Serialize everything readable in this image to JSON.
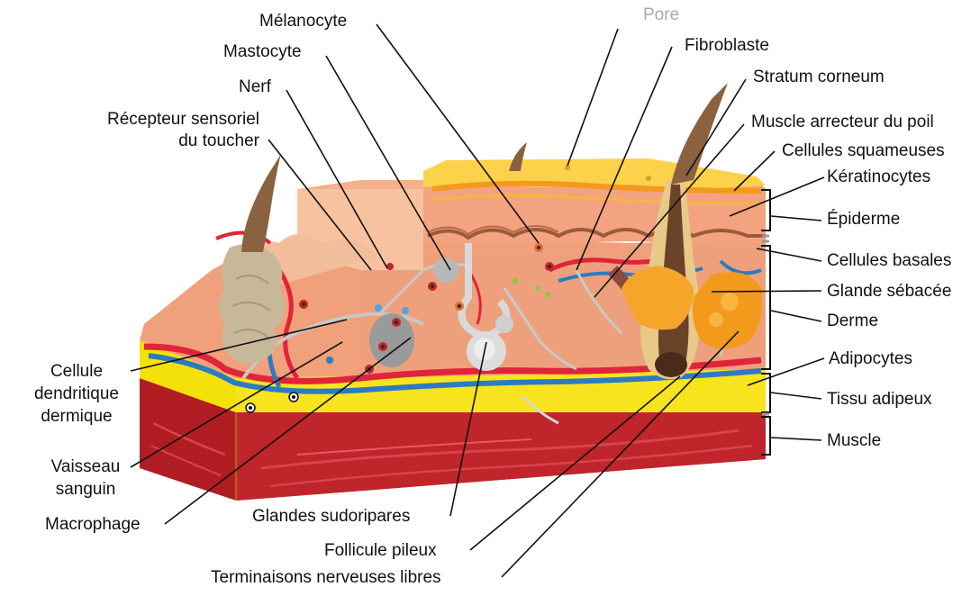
{
  "labels": {
    "melanocyte": "Mélanocyte",
    "pore": "Pore",
    "mastocyte": "Mastocyte",
    "fibroblaste": "Fibroblaste",
    "nerf": "Nerf",
    "stratum_corneum": "Stratum corneum",
    "recepteur_line1": "Récepteur sensoriel",
    "recepteur_line2": "du toucher",
    "muscle_arrecteur": "Muscle arrecteur du poil",
    "cellules_squameuses": "Cellules squameuses",
    "keratinocytes": "Kératinocytes",
    "epiderme": "Épiderme",
    "cellules_basales": "Cellules basales",
    "glande_sebacee": "Glande sébacée",
    "derme": "Derme",
    "adipocytes": "Adipocytes",
    "tissu_adipeux": "Tissu adipeux",
    "muscle": "Muscle",
    "cellule_line1": "Cellule",
    "cellule_line2": "dendritique",
    "cellule_line3": "dermique",
    "vaisseau_line1": "Vaisseau",
    "vaisseau_line2": "sanguin",
    "macrophage": "Macrophage",
    "glandes_sudoripares": "Glandes sudoripares",
    "follicule_pileux": "Follicule pileux",
    "terminaisons": "Terminaisons nerveuses libres"
  },
  "colors": {
    "epidermis_top": "#fcd24a",
    "epidermis_stripe": "#f39a1c",
    "dermis": "#f0a07a",
    "dermis_light": "#f7c2a0",
    "adipose": "#f5e10a",
    "muscle": "#b01e24",
    "muscle_stripe": "#d9444a",
    "artery": "#e0243a",
    "vein": "#2b7bc0",
    "nerve": "#c8c8c8",
    "hair": "#8a6240",
    "gland": "#f39a1c"
  }
}
